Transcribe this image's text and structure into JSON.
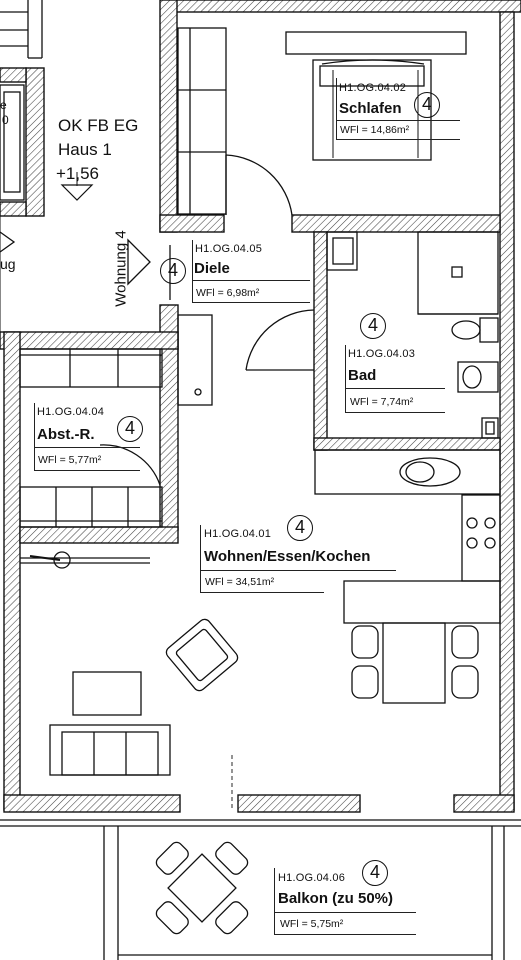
{
  "level": {
    "line1": "OK FB EG",
    "line2": "Haus 1",
    "line3": "+1,56"
  },
  "apartment_label": "Wohnung 4",
  "stair_fragment": "ug",
  "left_fragment_1": "e",
  "left_fragment_2": "0",
  "rooms": [
    {
      "id": "schlafen",
      "code": "H1.OG.04.02",
      "name": "Schlafen",
      "number": "4",
      "area": "WFl  =  14,86m²"
    },
    {
      "id": "diele",
      "code": "H1.OG.04.05",
      "name": "Diele",
      "number": "4",
      "area": "WFl  =  6,98m²"
    },
    {
      "id": "bad",
      "code": "H1.OG.04.03",
      "name": "Bad",
      "number": "4",
      "area": "WFl  =  7,74m²"
    },
    {
      "id": "abst",
      "code": "H1.OG.04.04",
      "name": "Abst.-R.",
      "number": "4",
      "area": "WFl  =  5,77m²"
    },
    {
      "id": "wohnen",
      "code": "H1.OG.04.01",
      "name": "Wohnen/Essen/Kochen",
      "number": "4",
      "area": "WFl  =  34,51m²"
    },
    {
      "id": "balkon",
      "code": "H1.OG.04.06",
      "name": "Balkon  (zu 50%)",
      "number": "4",
      "area": "WFl  =  5,75m²"
    }
  ]
}
